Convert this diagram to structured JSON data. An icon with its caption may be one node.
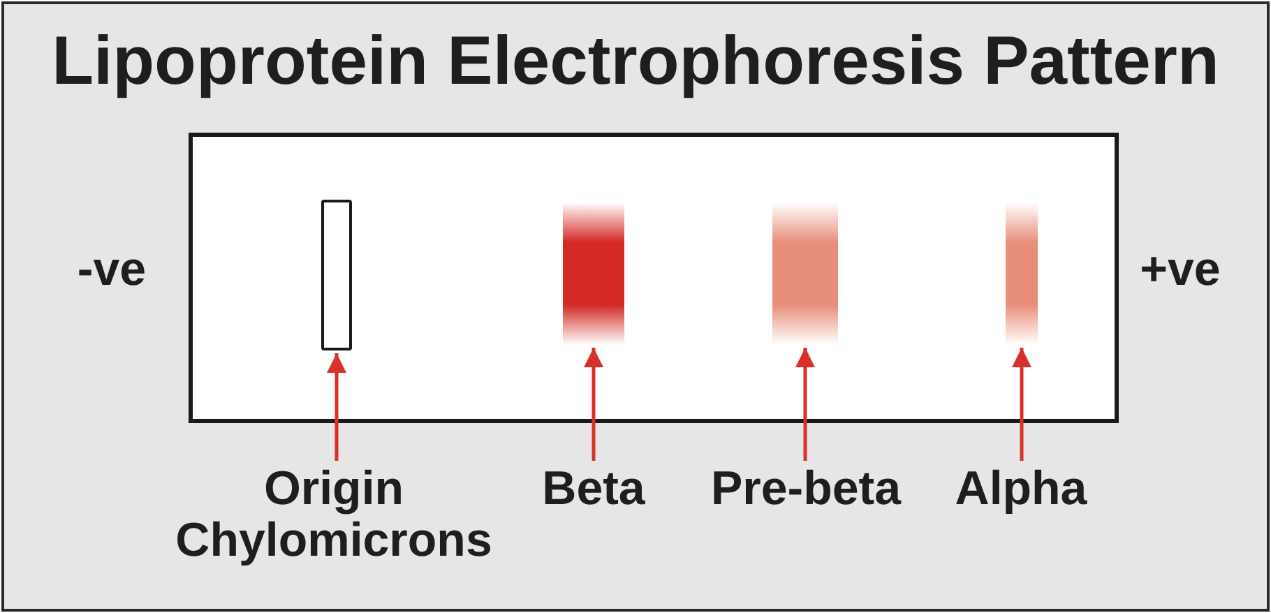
{
  "diagram": {
    "title": "Lipoprotein Electrophoresis Pattern",
    "nodes": [
      {
        "text": [],
        "shape": "box"
      },
      {
        "text": [],
        "shape": "box",
        "in": 0
      },
      {
        "text": [],
        "shape": "bar",
        "in": 0
      },
      {
        "text": [],
        "shape": "bar",
        "in": 0
      },
      {
        "text": [],
        "shape": "bar",
        "in": 0
      },
      {
        "text": [
          "Origin",
          "Chylomicrons"
        ]
      },
      {
        "text": [
          "Beta"
        ]
      },
      {
        "text": [
          "Pre-beta"
        ]
      },
      {
        "text": [
          "Alpha"
        ]
      }
    ],
    "edges": [
      {
        "from": 5,
        "to": 1,
        "arrow": "to"
      },
      {
        "from": 6,
        "to": 2,
        "arrow": "to"
      },
      {
        "from": 7,
        "to": 3,
        "arrow": "to"
      },
      {
        "from": 8,
        "to": 4,
        "arrow": "to"
      }
    ],
    "labels": [
      "-ve",
      "+ve"
    ]
  }
}
